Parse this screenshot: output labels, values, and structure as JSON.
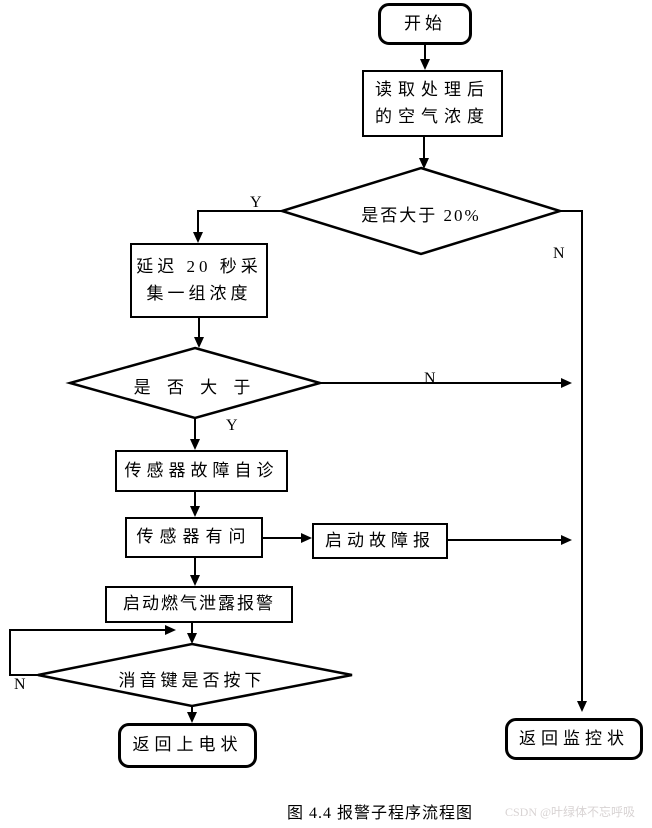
{
  "diagram": {
    "type": "flowchart",
    "nodes": {
      "start": "开始",
      "read_line1": "读取处理后",
      "read_line2": "的空气浓度",
      "decision_over20": "是否大于 20%",
      "delay_line1": "延迟 20 秒采",
      "delay_line2": "集一组浓度",
      "decision_greater": "是 否 大 于",
      "sensor_self_diag": "传感器故障自诊",
      "sensor_problem": "传感器有问",
      "start_fault_alarm": "启动故障报",
      "start_gas_alarm": "启动燃气泄露报警",
      "decision_mute_pressed": "消音键是否按下",
      "return_power_on": "返回上电状",
      "return_monitor": "返回监控状"
    },
    "edge_labels": {
      "over20_yes": "Y",
      "over20_no": "N",
      "greater_yes": "Y",
      "greater_no": "N",
      "mute_no": "N"
    }
  },
  "caption": {
    "figure_label": "图 4.4  报警子程序流程图",
    "watermark": "CSDN @叶绿体不忘呼吸"
  },
  "colors": {
    "background": "#ffffff",
    "line": "#000000",
    "watermark_text": "#d8d3d3"
  }
}
